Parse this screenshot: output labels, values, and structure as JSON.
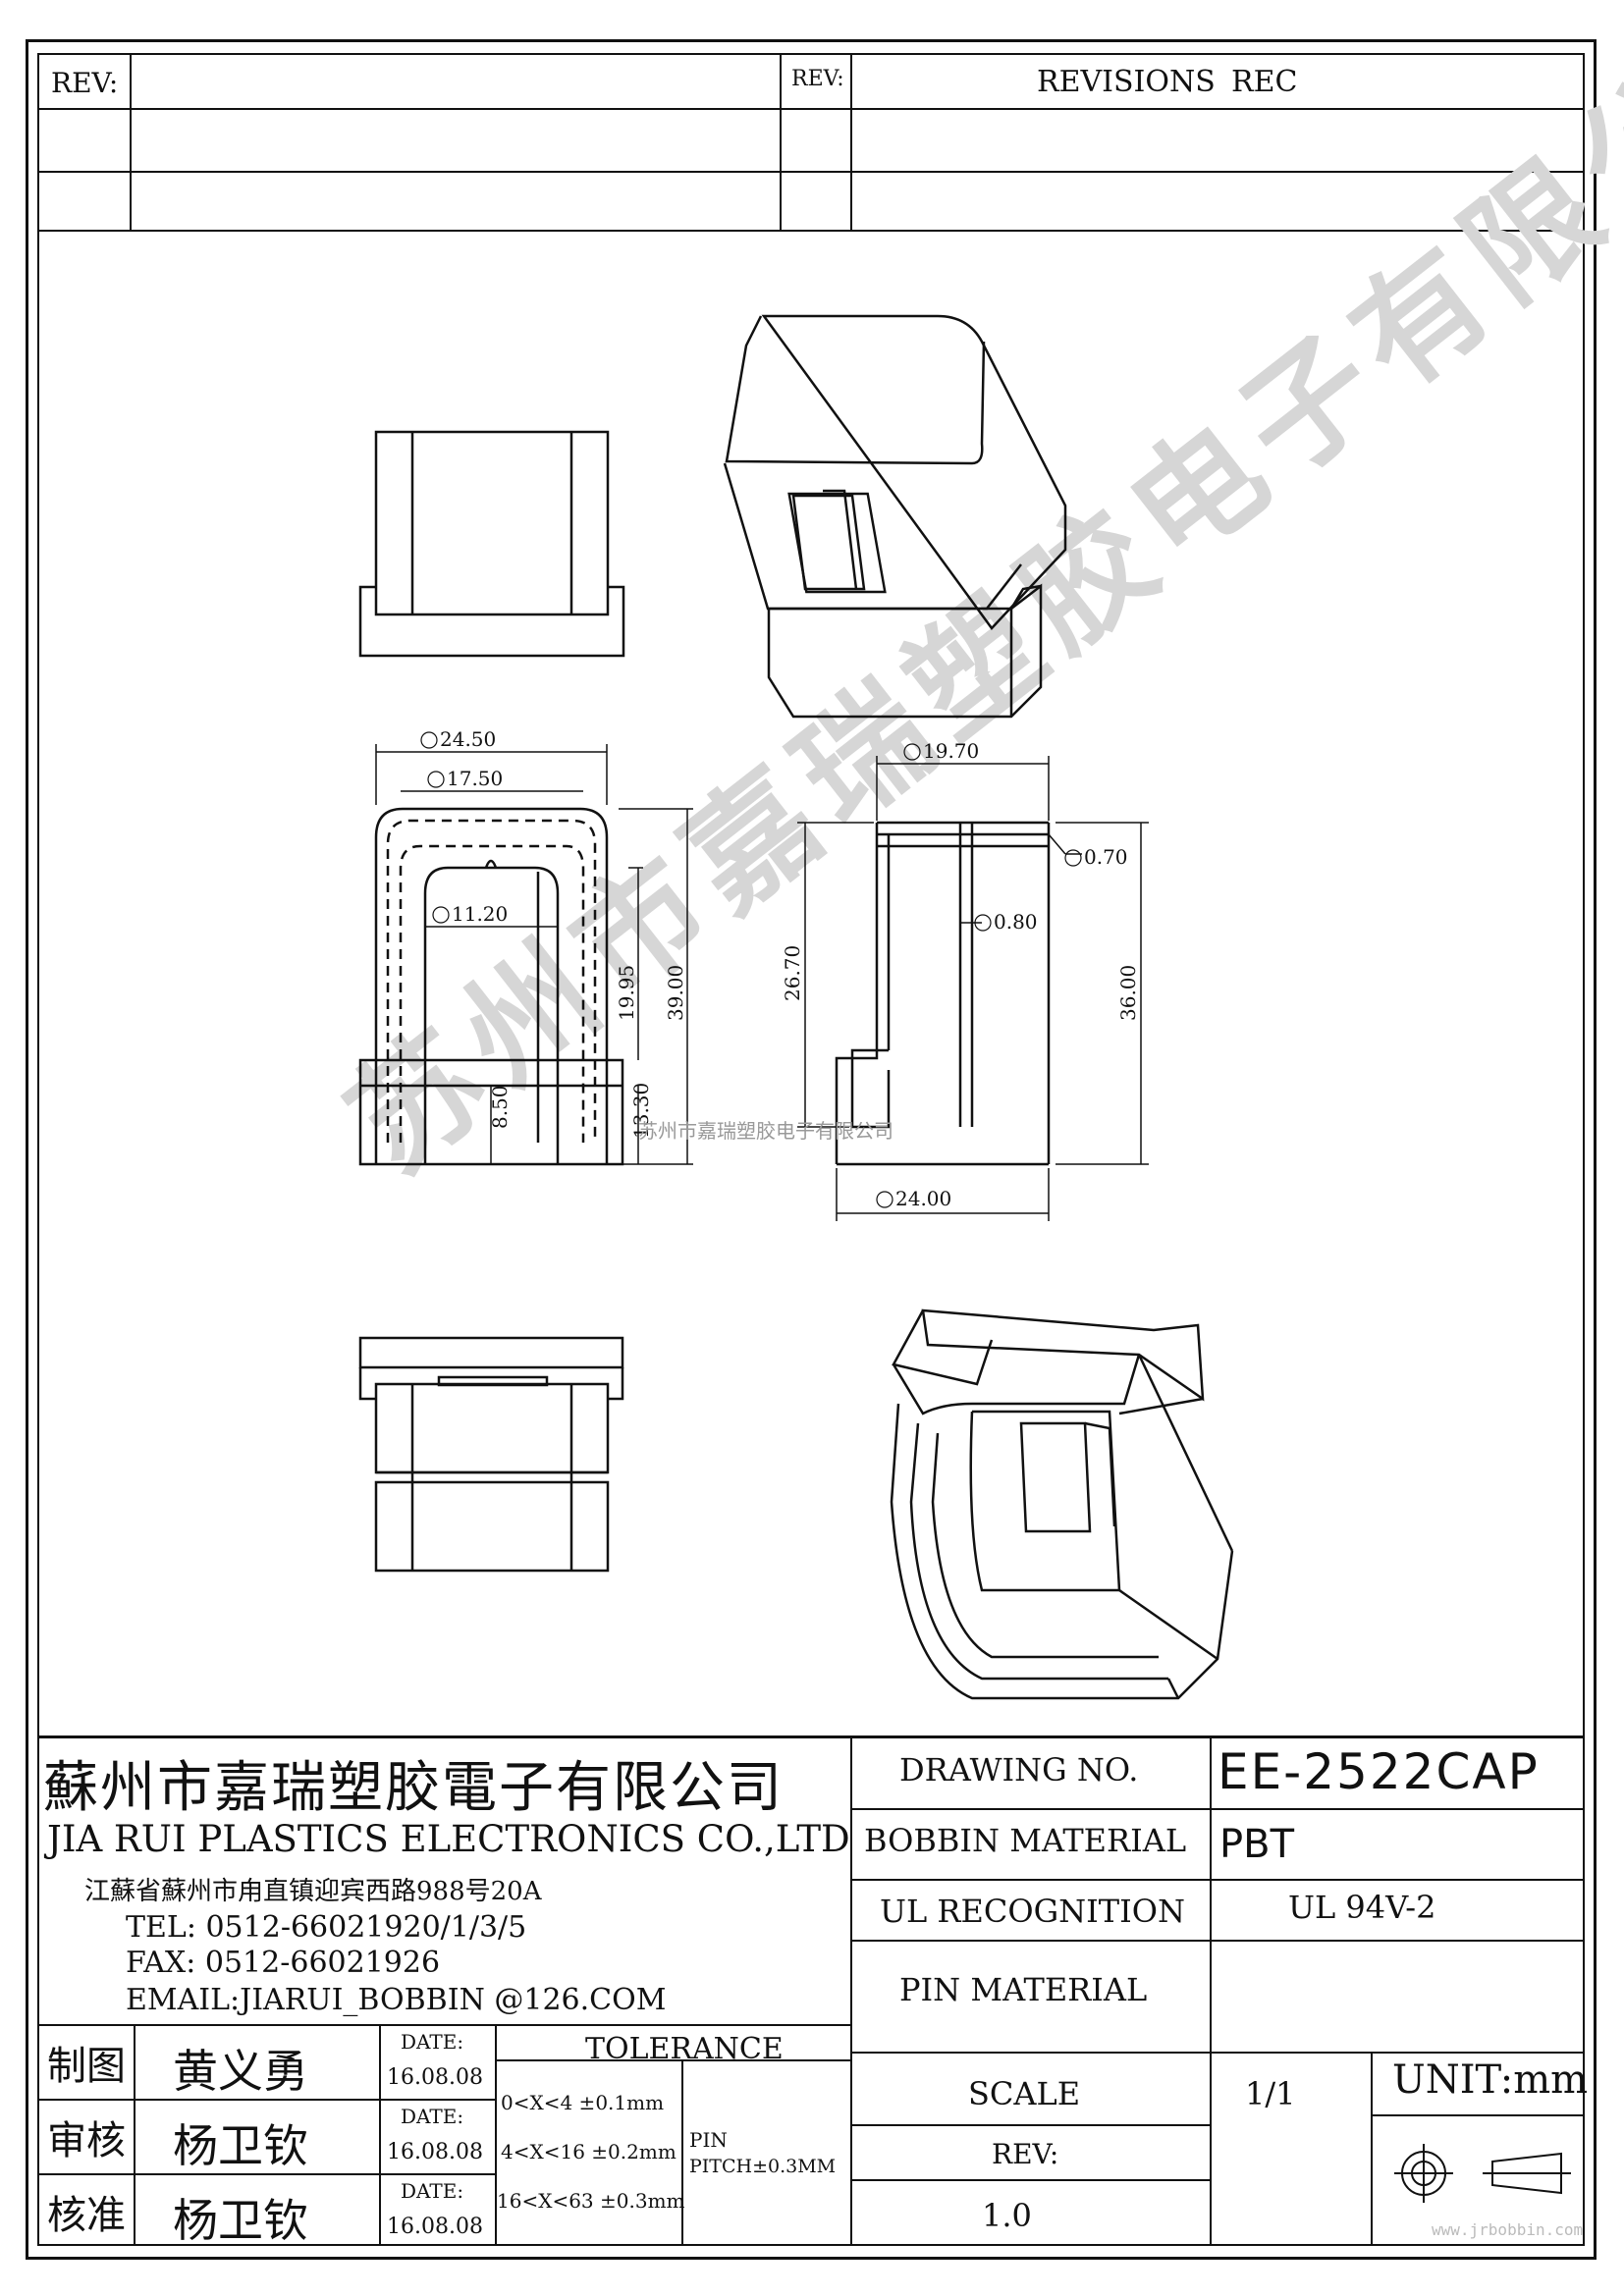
{
  "revision_table": {
    "rev_label_left": "REV:",
    "rev_label_mid": "REV:",
    "revisions_header": "REVISIONS",
    "rec_header": "REC"
  },
  "drawing": {
    "dimensions": {
      "A": "24.50",
      "B": "17.50",
      "C": "11.20",
      "D": "19.95",
      "E": "39.00",
      "F": "8.50",
      "G": "13.30",
      "H": "19.70",
      "I": "26.70",
      "J": "0.70",
      "K": "0.80",
      "L": "36.00",
      "M": "24.00"
    },
    "watermark_small": "苏州市嘉瑞塑胶电子有限公司",
    "watermark_large": "苏州市嘉瑞塑胶电子有限公司",
    "corner_watermark": "www.jrbobbin.com"
  },
  "company": {
    "name_cn": "蘇州市嘉瑞塑胶電子有限公司",
    "name_en": "JIA RUI PLASTICS ELECTRONICS CO.,LTD",
    "address": "江蘇省蘇州市甪直镇迎宾西路988号20A",
    "tel": "TEL: 0512-66021920/1/3/5",
    "fax": "FAX: 0512-66021926",
    "email": "EMAIL:JIARUI_BOBBIN @126.COM"
  },
  "signoff": [
    {
      "role": "制图",
      "name": "黄义勇",
      "date_label": "DATE:",
      "date": "16.08.08"
    },
    {
      "role": "审核",
      "name": "杨卫钦",
      "date_label": "DATE:",
      "date": "16.08.08"
    },
    {
      "role": "核准",
      "name": "杨卫钦",
      "date_label": "DATE:",
      "date": "16.08.08"
    }
  ],
  "tolerance": {
    "header": "TOLERANCE",
    "rows": [
      "0<X<4  ±0.1mm",
      "4<X<16 ±0.2mm",
      "16<X<63 ±0.3mm"
    ],
    "pin_label": "PIN",
    "pin_pitch": "PITCH±0.3MM"
  },
  "title_block": {
    "drawing_no_label": "DRAWING  NO.",
    "drawing_no": "EE-2522CAP",
    "bobbin_material_label": "BOBBIN  MATERIAL",
    "bobbin_material": "PBT",
    "ul_label": "UL RECOGNITION",
    "ul_value": "UL 94V-2",
    "pin_material_label": "PIN MATERIAL",
    "pin_material": "",
    "scale_label": "SCALE",
    "scale": "1/1",
    "unit": "UNIT:mm",
    "rev_label": "REV:",
    "rev": "1.0"
  }
}
